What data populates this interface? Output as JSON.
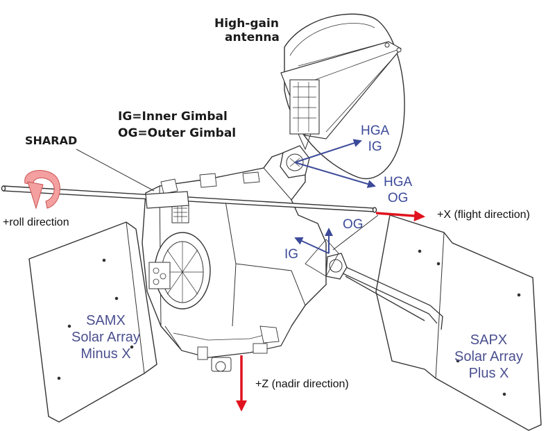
{
  "labels": {
    "hga": [
      "High-gain",
      "antenna"
    ],
    "gimbal_ig": "IG=Inner Gimbal",
    "gimbal_og": "OG=Outer Gimbal",
    "sharad": "SHARAD",
    "roll": "+roll direction",
    "x_axis": "+X (flight direction)",
    "z_axis": "+Z (nadir direction)",
    "hga_ig": [
      "HGA",
      "IG"
    ],
    "hga_og": [
      "HGA",
      "OG"
    ],
    "og": "OG",
    "ig": "IG",
    "samx": [
      "SAMX",
      "Solar Array",
      "Minus X"
    ],
    "sapx": [
      "SAPX",
      "Solar Array",
      "Plus X"
    ]
  },
  "colors": {
    "axis_red": "#e0141e",
    "gimbal_blue": "#3c4a99",
    "label_blue": "#4a4f8f",
    "roll_arrow": "#f4a0a0",
    "line": "#333333"
  }
}
